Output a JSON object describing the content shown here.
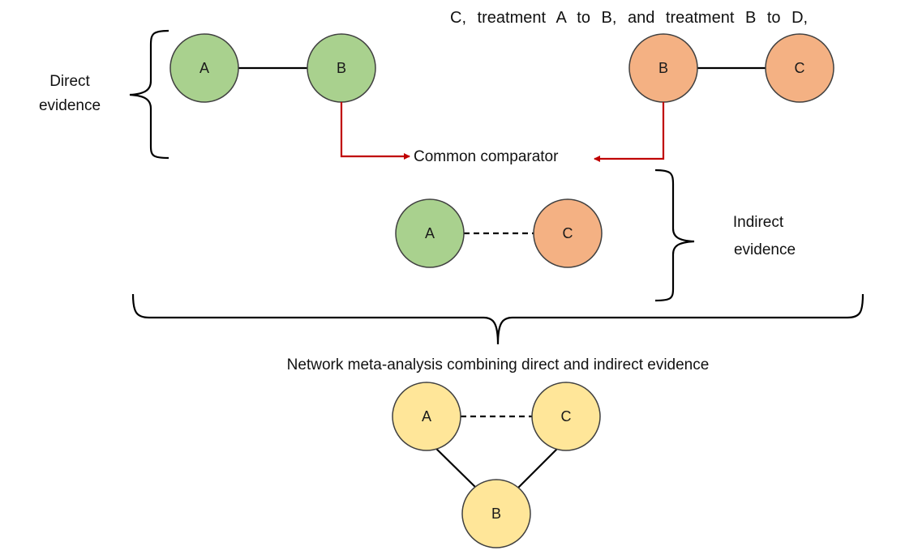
{
  "header_fragment": "C, treatment A to B, and treatment B to D,",
  "labels": {
    "direct_evidence": [
      "Direct",
      "evidence"
    ],
    "common_comparator": "Common comparator",
    "indirect_evidence": [
      "Indirect",
      "evidence"
    ],
    "network_caption": "Network meta-analysis combining direct and indirect evidence"
  },
  "panels": {
    "direct_left": {
      "node1": "A",
      "node2": "B",
      "link": "solid"
    },
    "direct_right": {
      "node1": "B",
      "node2": "C",
      "link": "solid"
    },
    "indirect": {
      "node1": "A",
      "node2": "C",
      "link": "dashed"
    },
    "network": {
      "top_left": "A",
      "top_right": "C",
      "bottom": "B",
      "top_link": "dashed",
      "side_links": "solid"
    }
  },
  "colors": {
    "green_fill": "#a9d18e",
    "orange_fill": "#f4b183",
    "yellow_fill": "#ffe699",
    "node_stroke": "#404040",
    "arrow": "#c00000",
    "line": "#000000"
  }
}
